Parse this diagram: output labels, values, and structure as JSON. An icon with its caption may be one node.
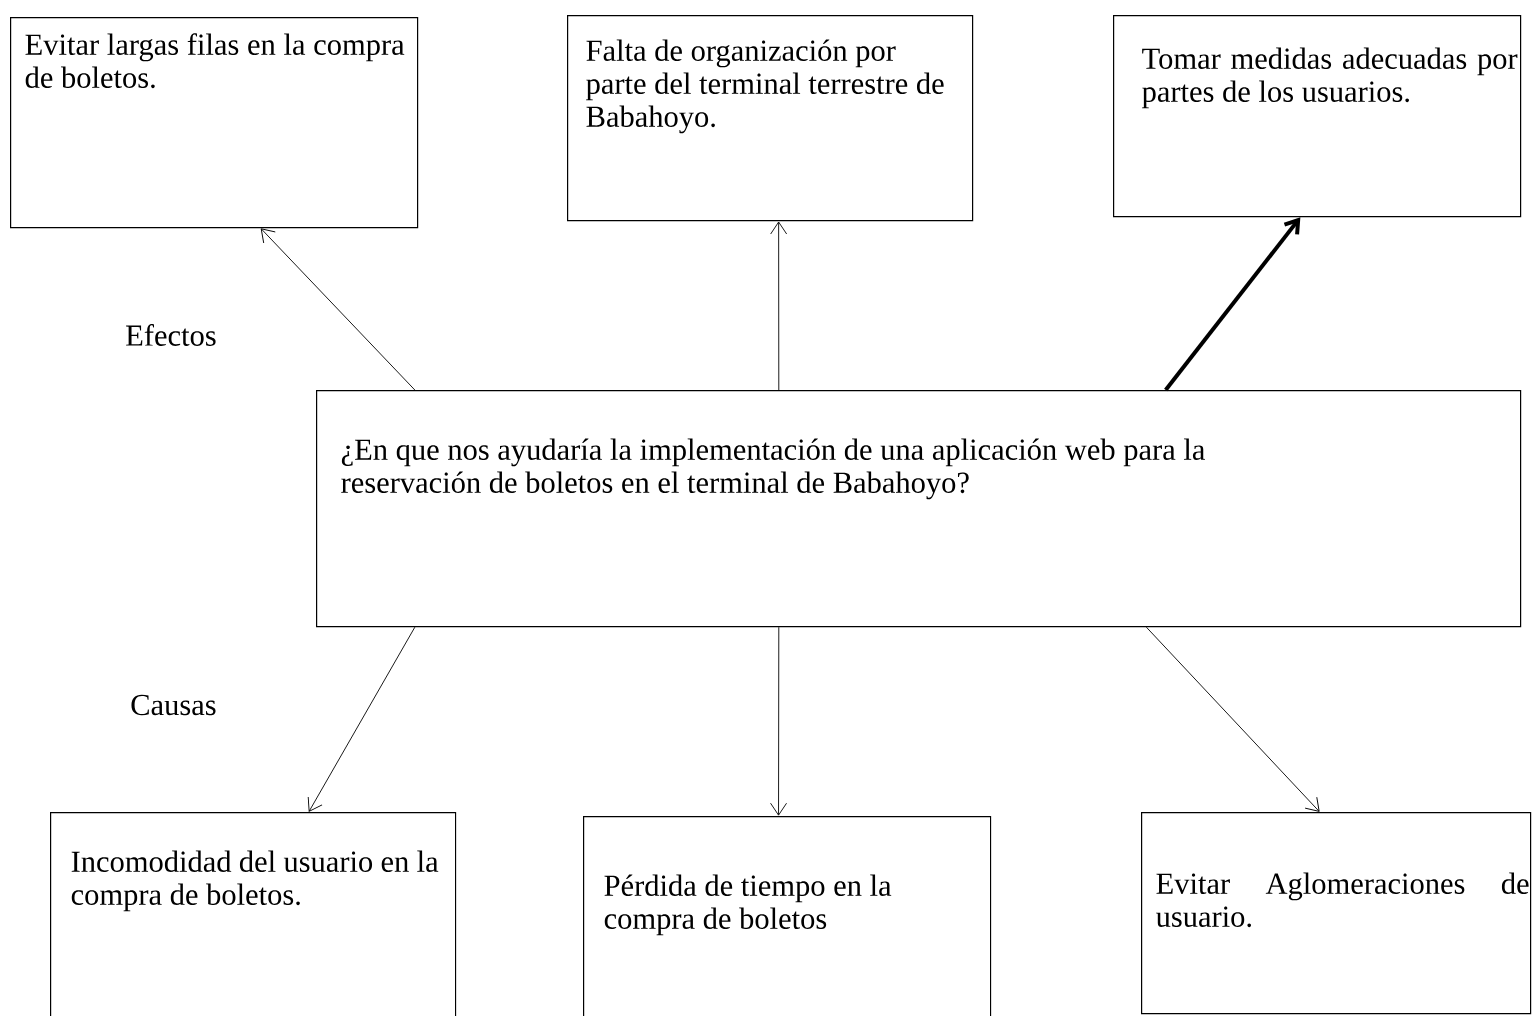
{
  "diagram": {
    "nodes": [
      {
        "text": [
          "¿En que nos ayudaría la implementación de una aplicación web para la reservación de boletos en el terminal de Babahoyo?"
        ]
      },
      {
        "text": [
          "Evitar largas filas en la compra de boletos."
        ]
      },
      {
        "text": [
          "Falta de organización por parte del  terminal terrestre de Babahoyo."
        ]
      },
      {
        "text": [
          "Tomar medidas adecuadas por partes de los usuarios."
        ]
      },
      {
        "text": [
          "Incomodidad del usuario en la compra de boletos."
        ]
      },
      {
        "text": [
          "Pérdida de tiempo en la compra de boletos"
        ]
      },
      {
        "text": [
          "Evitar Aglomeraciones de usuario."
        ]
      }
    ],
    "edges": [
      {
        "from": 0,
        "to": 1,
        "arrow": "to"
      },
      {
        "from": 0,
        "to": 2,
        "arrow": "to"
      },
      {
        "from": 0,
        "to": 3,
        "arrow": "to",
        "style": "thick"
      },
      {
        "from": 0,
        "to": 4,
        "arrow": "to"
      },
      {
        "from": 0,
        "to": 5,
        "arrow": "to"
      },
      {
        "from": 0,
        "to": 6,
        "arrow": "to"
      }
    ],
    "labels": [
      "Efectos",
      "Causas"
    ]
  }
}
